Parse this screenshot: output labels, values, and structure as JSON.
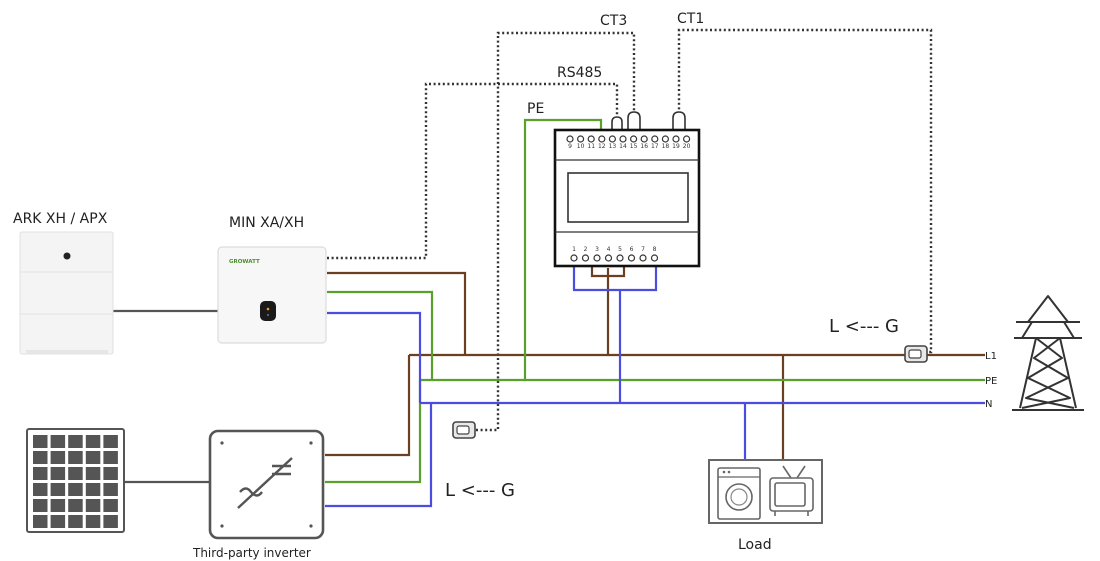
{
  "labels": {
    "battery": "ARK XH / APX",
    "inverter": "MIN XA/XH",
    "brand": "GROWATT",
    "third_party": "Third-party inverter",
    "load": "Load",
    "pe_meter": "PE",
    "rs485": "RS485",
    "ct3": "CT3",
    "ct1": "CT1",
    "direction_upper": "L <--- G",
    "direction_lower": "L <--- G",
    "grid_l1": "L1",
    "grid_pe": "PE",
    "grid_n": "N"
  },
  "meter": {
    "top_terminals": [
      "9",
      "10",
      "11",
      "12",
      "13",
      "14",
      "15",
      "16",
      "17",
      "18",
      "19",
      "20"
    ],
    "bottom_terminals": [
      "1",
      "2",
      "3",
      "4",
      "5",
      "6",
      "7",
      "8"
    ]
  },
  "colors": {
    "live": "#6b3f22",
    "earth": "#5aa02c",
    "neutral": "#4b4de0",
    "signal": "#333333",
    "device_border": "#555555"
  },
  "icons": {
    "solar": "solar-panel-icon",
    "grid": "transmission-tower-icon",
    "washer": "washing-machine-icon",
    "tv": "television-icon",
    "ct": "current-transformer-icon"
  }
}
